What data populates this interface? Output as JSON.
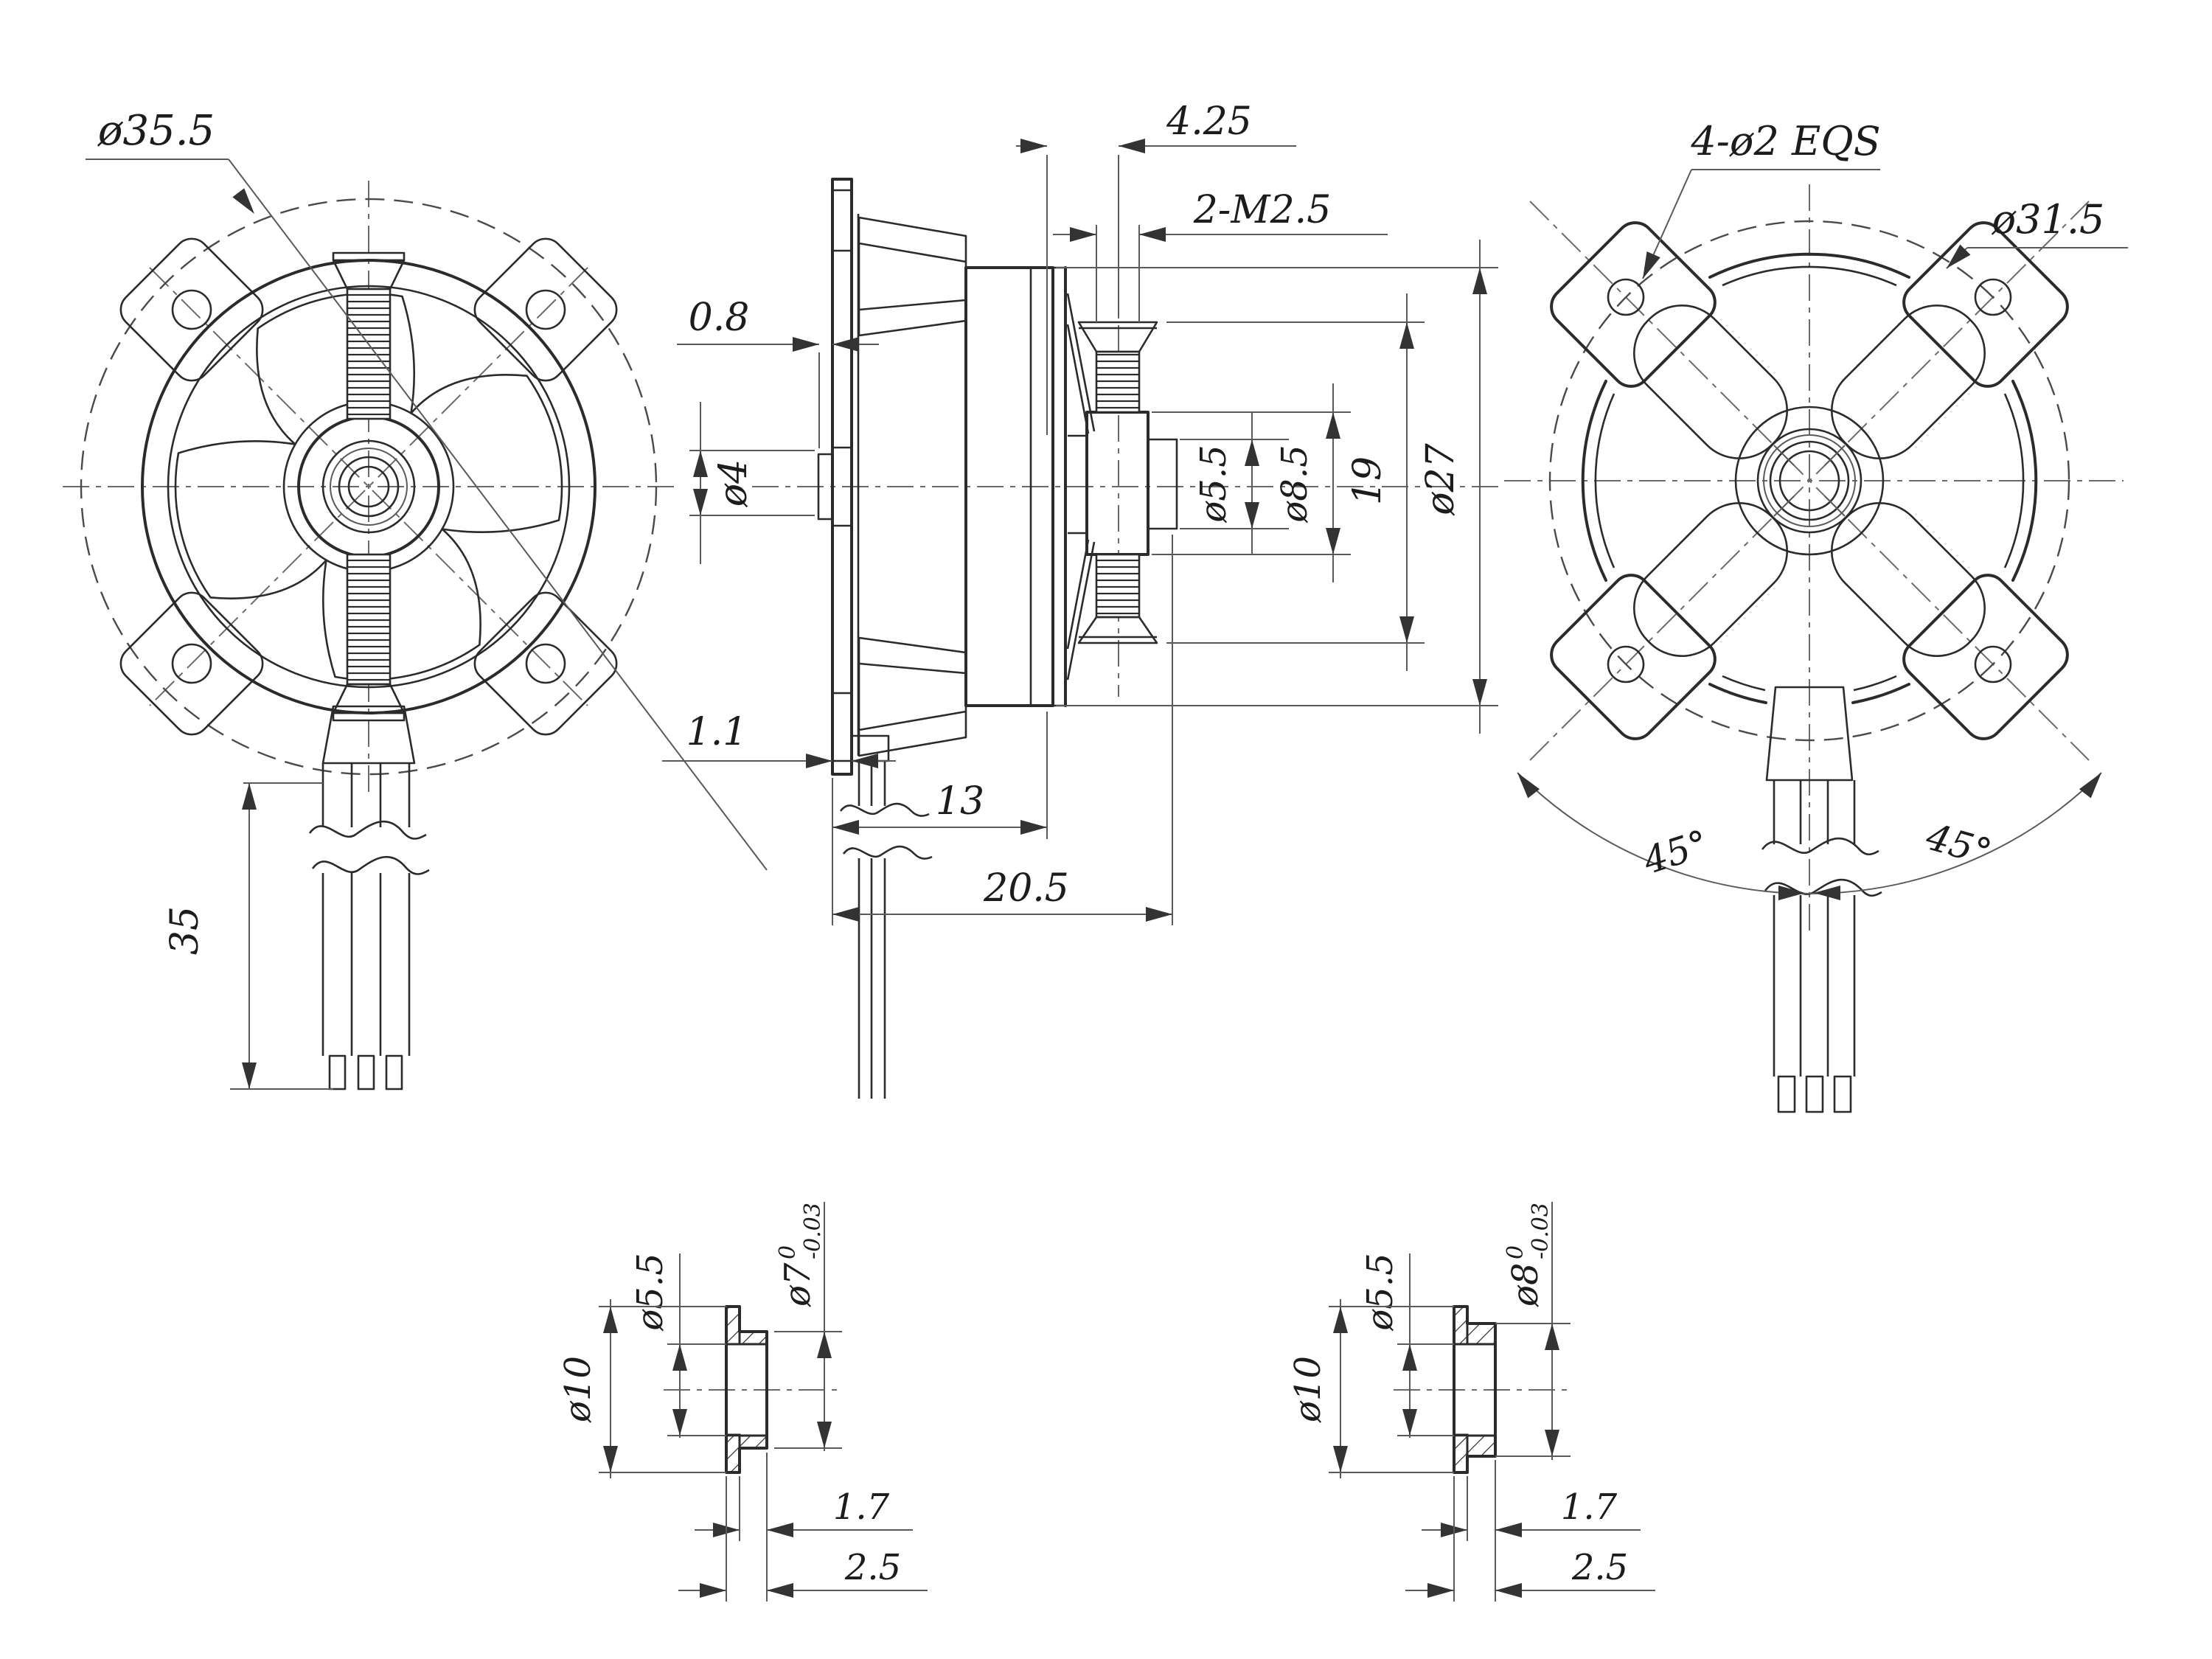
{
  "drawing": {
    "front_view": {
      "diameter_label": "ø35.5",
      "wire_length": "35"
    },
    "side_view": {
      "shaft_protrusion": "4.25",
      "screw_thread": "2-M2.5",
      "boss_offset": "0.8",
      "shaft_dia": "ø4",
      "prop_shaft_dia": "ø5.5",
      "adapter_hub_dia": "ø8.5",
      "screw_span": "19",
      "body_dia": "ø27",
      "plate_thickness": "1.1",
      "body_length": "13",
      "overall_length": "20.5"
    },
    "back_view": {
      "mount_holes": "4-ø2 EQS",
      "bolt_circle_dia": "ø31.5",
      "angle_left": "45°",
      "angle_right": "45°"
    },
    "adapter_detail_a": {
      "bore_dia": "ø5.5",
      "flange_dia": "ø10",
      "pilot_dia": "ø7",
      "tolerance_upper": "0",
      "tolerance_lower": "-0.03",
      "pilot_length": "1.7",
      "overall_length": "2.5"
    },
    "adapter_detail_b": {
      "bore_dia": "ø5.5",
      "flange_dia": "ø10",
      "pilot_dia": "ø8",
      "tolerance_upper": "0",
      "tolerance_lower": "-0.03",
      "pilot_length": "1.7",
      "overall_length": "2.5"
    }
  }
}
